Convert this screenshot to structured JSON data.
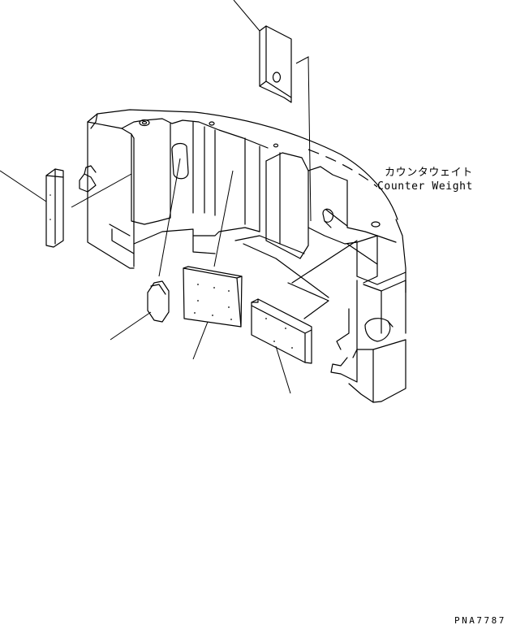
{
  "callout": {
    "label_jp": "カウンタウェイト",
    "label_en": "Counter Weight"
  },
  "drawing_code": "PNA7787"
}
